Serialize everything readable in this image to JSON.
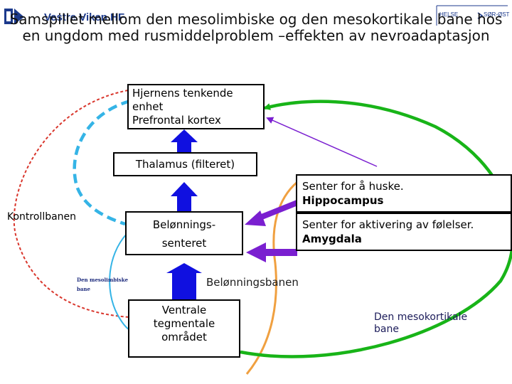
{
  "header": {
    "logo_left_text": "Vestre Viken HF",
    "logo_right_text_1": "HELSE",
    "logo_right_text_2": "SØR-ØST",
    "title": "Samspillet mellom den mesolimbiske og den mesokortikale bane hos en ungdom med rusmiddelproblem –effekten av nevroadaptasjon"
  },
  "diagram": {
    "prefrontal": "Hjernens tenkende\nenhet\nPrefrontal kortex",
    "thalamus": "Thalamus (filteret)",
    "hippocampus_line1": "Senter for å huske.",
    "hippocampus_line2": "Hippocampus",
    "amygdala_line1": "Senter for aktivering av følelser.",
    "amygdala_line2": "Amygdala",
    "reward_center": "Belønnings-\nsenteret",
    "vta": "Ventrale\ntegmentale\nområdet",
    "control_path": "Kontrollbanen",
    "mesolimbic_label": "Den mesolimbiske\nbane",
    "reward_path": "Belønningsbanen",
    "mesocortical_label": "Den mesokortikale\nbane"
  },
  "colors": {
    "green": "#18b418",
    "blue_dashed": "#35b4e6",
    "red_dashed": "#d9362c",
    "orange": "#f0a040",
    "purple": "#7a1fd0",
    "arrow_blue": "#1010e0",
    "logo_blue": "#1c3a8c"
  }
}
